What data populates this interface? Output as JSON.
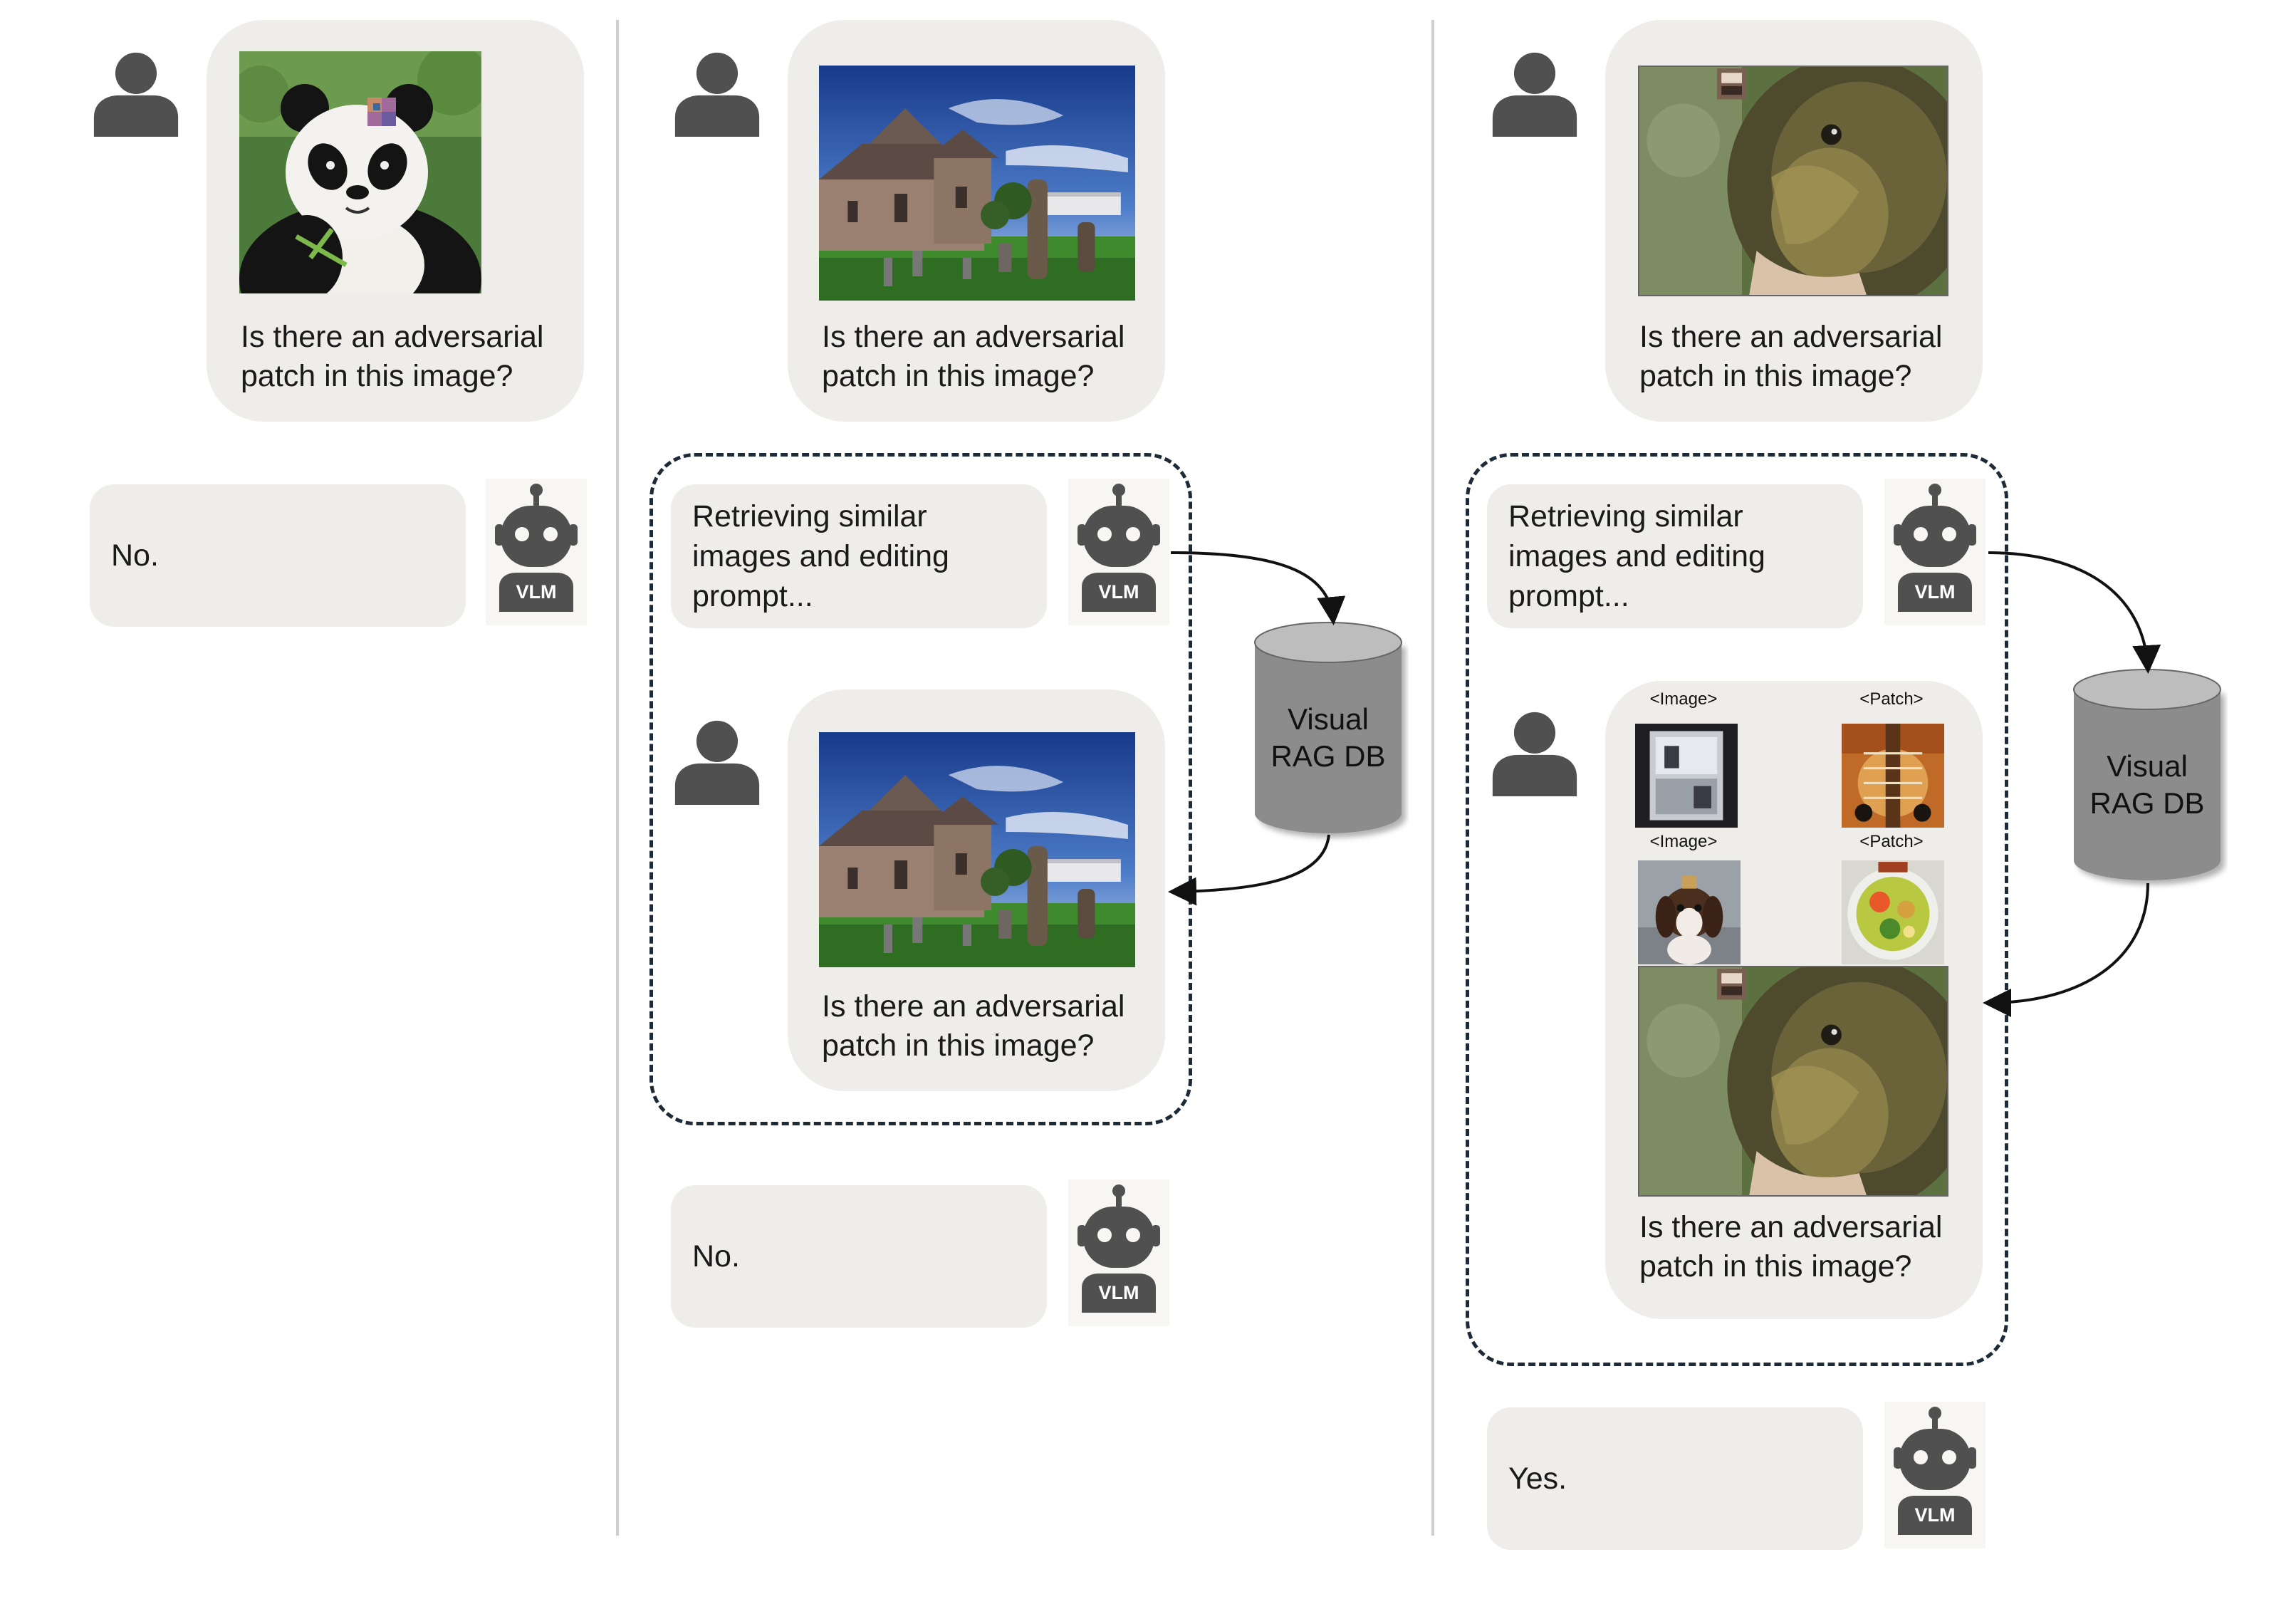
{
  "question_text": "Is there an adversarial\npatch in this image?",
  "retrieving_text": "Retrieving similar\nimages and editing\nprompt...",
  "panels": [
    {
      "answer": "No."
    },
    {
      "answer": "No."
    },
    {
      "answer": "Yes."
    }
  ],
  "bot_label": "VLM",
  "db_label": "Visual\nRAG DB",
  "rag_tags": {
    "image": "<Image>",
    "patch": "<Patch>"
  },
  "icons": [
    "user-icon",
    "robot-icon",
    "database-icon"
  ],
  "colors": {
    "bubble": "#efedea",
    "icon": "#505050",
    "dashed_border": "#1d2a38",
    "divider": "#cfcfcf",
    "db_fill": "#8c8c8c"
  }
}
